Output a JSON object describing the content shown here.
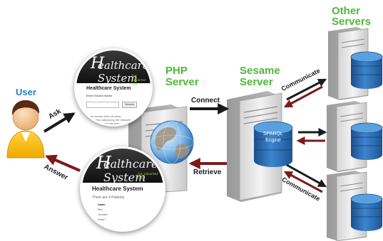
{
  "title": "Other Servers",
  "nodes": {
    "user": "User",
    "php_server": "PHP Server",
    "sesame_server": "Sesame Server",
    "other_servers": "Other Servers",
    "engine": "SPARQL Engine"
  },
  "edges": {
    "ask": "Ask",
    "answer": "Answer",
    "connect": "Connect",
    "retrieve": "Retrieve",
    "communicate_top": "Communicate",
    "communicate_bottom": "Communicate"
  },
  "screen_top": {
    "brand": "ealthcare System",
    "tagline": "for smarter life",
    "heading": "Healthcare System",
    "field_label": "Enter Doctor Name",
    "button": "Search",
    "body_text": "Lorem ipsum dolor sit amet, consectetur adipiscing elit. Maecenas mattis nibh venenatis sem."
  },
  "screen_bottom": {
    "brand": "ealthcare System",
    "tagline": "for smarter life",
    "heading": "Healthcare System",
    "intro": "There are 4 Patients",
    "col_header": "name",
    "rows": [
      "Ben",
      "Gewald",
      "Ethan"
    ]
  },
  "colors": {
    "label_green": "#4fb83a",
    "label_blue": "#2b7cc2",
    "request_arrow": "#1a1a1a",
    "response_arrow": "#7b1a1a",
    "database": "#2f6eb0"
  }
}
